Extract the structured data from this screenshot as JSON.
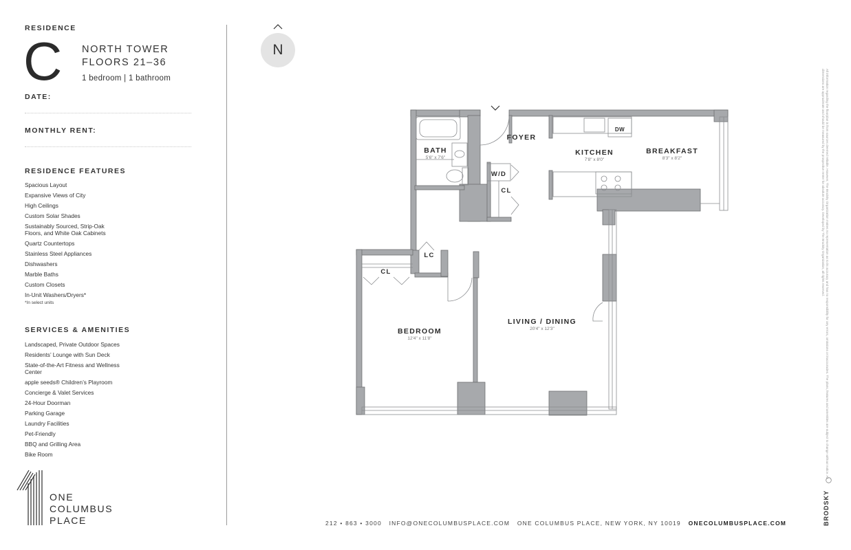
{
  "residence": {
    "label": "RESIDENCE",
    "letter": "C",
    "tower": "NORTH TOWER",
    "floors": "FLOORS 21–36",
    "layout": "1 bedroom | 1 bathroom"
  },
  "form": {
    "date_label": "DATE:",
    "rent_label": "MONTHLY RENT:"
  },
  "features": {
    "heading": "RESIDENCE FEATURES",
    "items": [
      "Spacious Layout",
      "Expansive Views of City",
      "High Ceilings",
      "Custom Solar Shades",
      "Sustainably Sourced, Strip-Oak Floors, and White Oak Cabinets",
      "Quartz Countertops",
      "Stainless Steel Appliances",
      "Dishwashers",
      "Marble Baths",
      "Custom Closets",
      "In-Unit Washers/Dryers*"
    ],
    "footnote": "*In select units"
  },
  "amenities": {
    "heading": "SERVICES & AMENITIES",
    "items": [
      "Landscaped, Private Outdoor Spaces",
      "Residents’ Lounge with Sun Deck",
      "State-of-the-Art Fitness and Wellness Center",
      "apple seeds® Children’s Playroom",
      "Concierge & Valet Services",
      "24-Hour Doorman",
      "Parking Garage",
      "Laundry Facilities",
      "Pet-Friendly",
      "BBQ and Grilling Area",
      "Bike Room"
    ]
  },
  "logo": {
    "line1": "ONE",
    "line2": "COLUMBUS",
    "line3": "PLACE"
  },
  "compass": {
    "letter": "N",
    "arrow": "chevron-up-icon"
  },
  "plan": {
    "rooms": {
      "bath": {
        "name": "BATH",
        "dim": "5'6\" x 7'6\""
      },
      "foyer": {
        "name": "FOYER"
      },
      "kitchen": {
        "name": "KITCHEN",
        "dim": "7'8\" x 8'0\""
      },
      "breakfast": {
        "name": "BREAKFAST",
        "dim": "8'3\" x 8'2\""
      },
      "wd": {
        "name": "W/D"
      },
      "cl1": {
        "name": "CL"
      },
      "lc": {
        "name": "LC"
      },
      "cl2": {
        "name": "CL"
      },
      "bedroom": {
        "name": "BEDROOM",
        "dim": "12'4\" x 11'8\""
      },
      "living": {
        "name": "LIVING / DINING",
        "dim": "20'4\" x 12'3\""
      },
      "dw": {
        "name": "DW"
      }
    },
    "colors": {
      "wall": "#a7a9ac",
      "wall_stroke": "#6d6e71",
      "fixture": "#8a8c8f"
    }
  },
  "footer": {
    "phone": "212 • 863 • 3000",
    "email": "INFO@ONECOLUMBUSPLACE.COM",
    "address": "ONE COLUMBUS PLACE, NEW YORK, NY 10019",
    "website": "ONECOLUMBUSPLACE.COM"
  },
  "brand": {
    "name": "BRODSKY",
    "disclaimer": "All information regarding the floorplan is from sources deemed reliable. However, The Brodsky Organization makes no representation as to its accuracy and has no responsibility for any errors, omissions or inaccuracies. The plans, features and amenities are subject to change without notice. All dimensions are approximate and should be measured by the prospective renter for absolute accuracy. Developed by The Brodsky Organization, all rights reserved."
  }
}
